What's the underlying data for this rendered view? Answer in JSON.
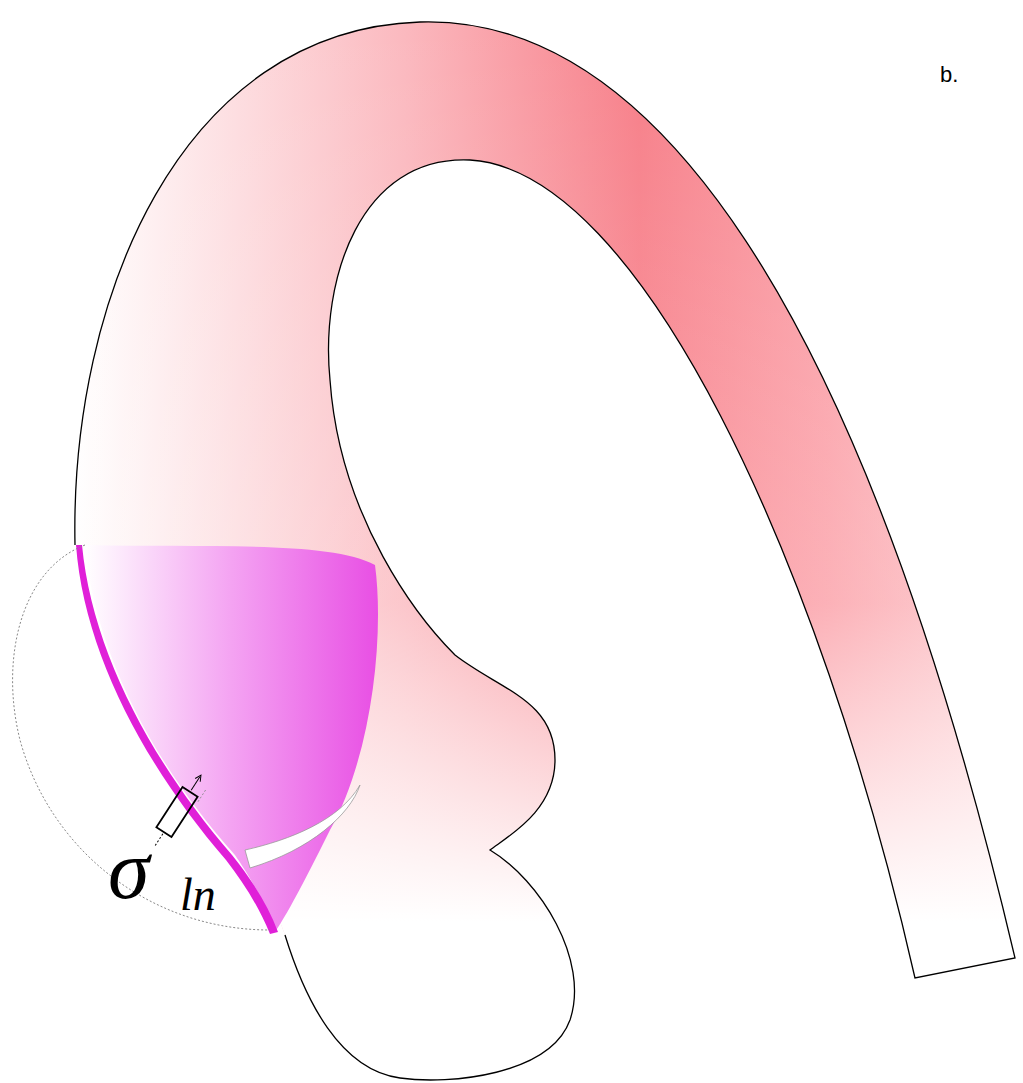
{
  "diagram": {
    "labels": [
      "b.",
      "σ",
      "ln"
    ]
  }
}
